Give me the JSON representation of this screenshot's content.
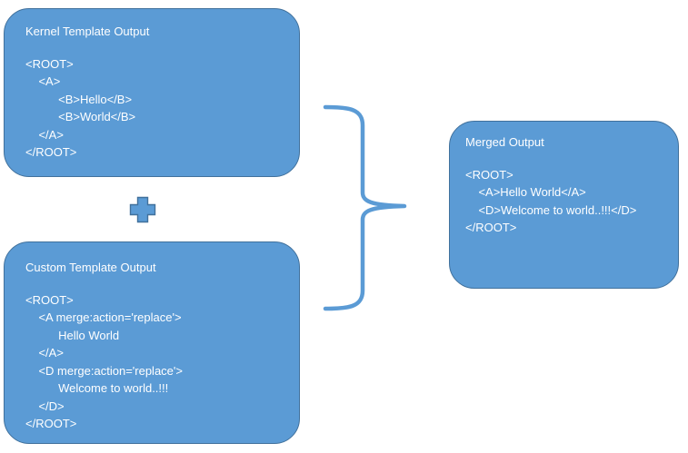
{
  "diagram": {
    "boxes": {
      "kernel": {
        "title": "Kernel Template Output",
        "code": "<ROOT>\n    <A>\n          <B>Hello</B>\n          <B>World</B>\n    </A>\n</ROOT>"
      },
      "custom": {
        "title": "Custom Template Output",
        "code": "<ROOT>\n    <A merge:action='replace'>\n          Hello World\n    </A>\n    <D merge:action='replace'>\n          Welcome to world..!!!\n    </D>\n</ROOT>"
      },
      "merged": {
        "title": "Merged Output",
        "code": "<ROOT>\n    <A>Hello World</A>\n    <D>Welcome to world..!!!</D>\n</ROOT>"
      }
    },
    "icons": {
      "plus": "plus-icon",
      "brace": "right-curly-brace-icon"
    },
    "colors": {
      "shape_fill": "#5b9bd5",
      "shape_border": "#41719c",
      "text": "#ffffff",
      "canvas_background": "#ffffff"
    }
  }
}
